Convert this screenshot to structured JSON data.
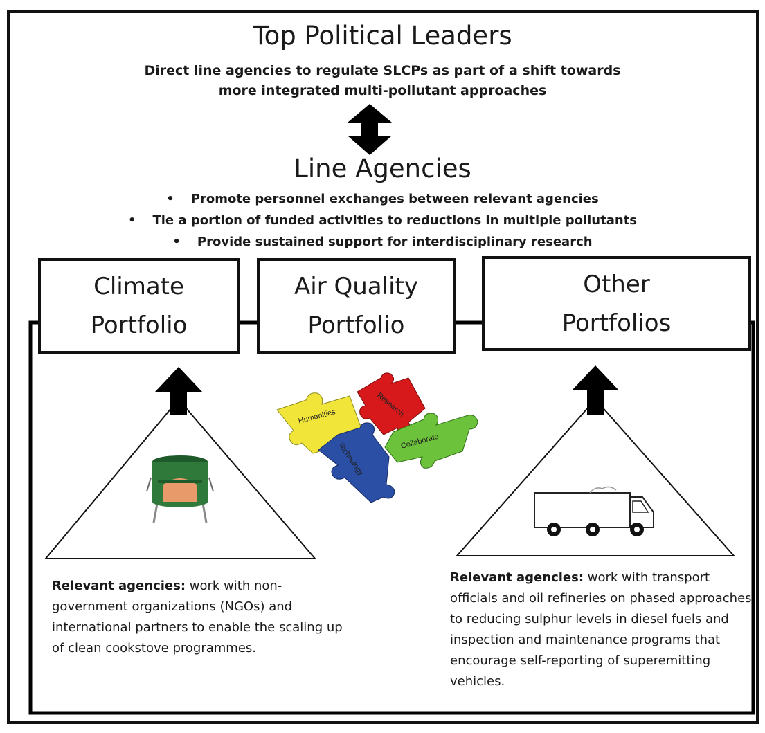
{
  "top": {
    "title": "Top Political Leaders",
    "subtitle_line1": "Direct line agencies to regulate SLCPs as part of a shift towards",
    "subtitle_line2": "more integrated multi-pollutant approaches"
  },
  "line_agencies": {
    "title": "Line Agencies",
    "bullets": [
      "Promote personnel exchanges between relevant agencies",
      "Tie a portion of funded activities to reductions in multiple pollutants",
      "Provide sustained support for interdisciplinary research"
    ]
  },
  "portfolios": {
    "climate": {
      "line1": "Climate",
      "line2": "Portfolio"
    },
    "air_quality": {
      "line1": "Air Quality",
      "line2": "Portfolio"
    },
    "other": {
      "line1": "Other",
      "line2": "Portfolios"
    }
  },
  "puzzle": {
    "pieces": [
      "Humanities",
      "Research",
      "Technology",
      "Collaborate"
    ]
  },
  "left_desc": {
    "label": "Relevant agencies:",
    "text": " work with non-government organizations (NGOs) and international partners to enable the scaling up of clean cookstove programmes."
  },
  "right_desc": {
    "label": "Relevant agencies:",
    "text": " work with transport officials and oil refineries on phased approaches to reducing sulphur levels in diesel fuels and inspection and maintenance programs that encourage self-reporting of superemitting vehicles."
  },
  "colors": {
    "puzzle_yellow": "#f2e53a",
    "puzzle_red": "#d8191b",
    "puzzle_blue": "#2a4fa5",
    "puzzle_green": "#6cc23a",
    "stove_green": "#2f7a3a",
    "stove_fire": "#e89a6a"
  }
}
